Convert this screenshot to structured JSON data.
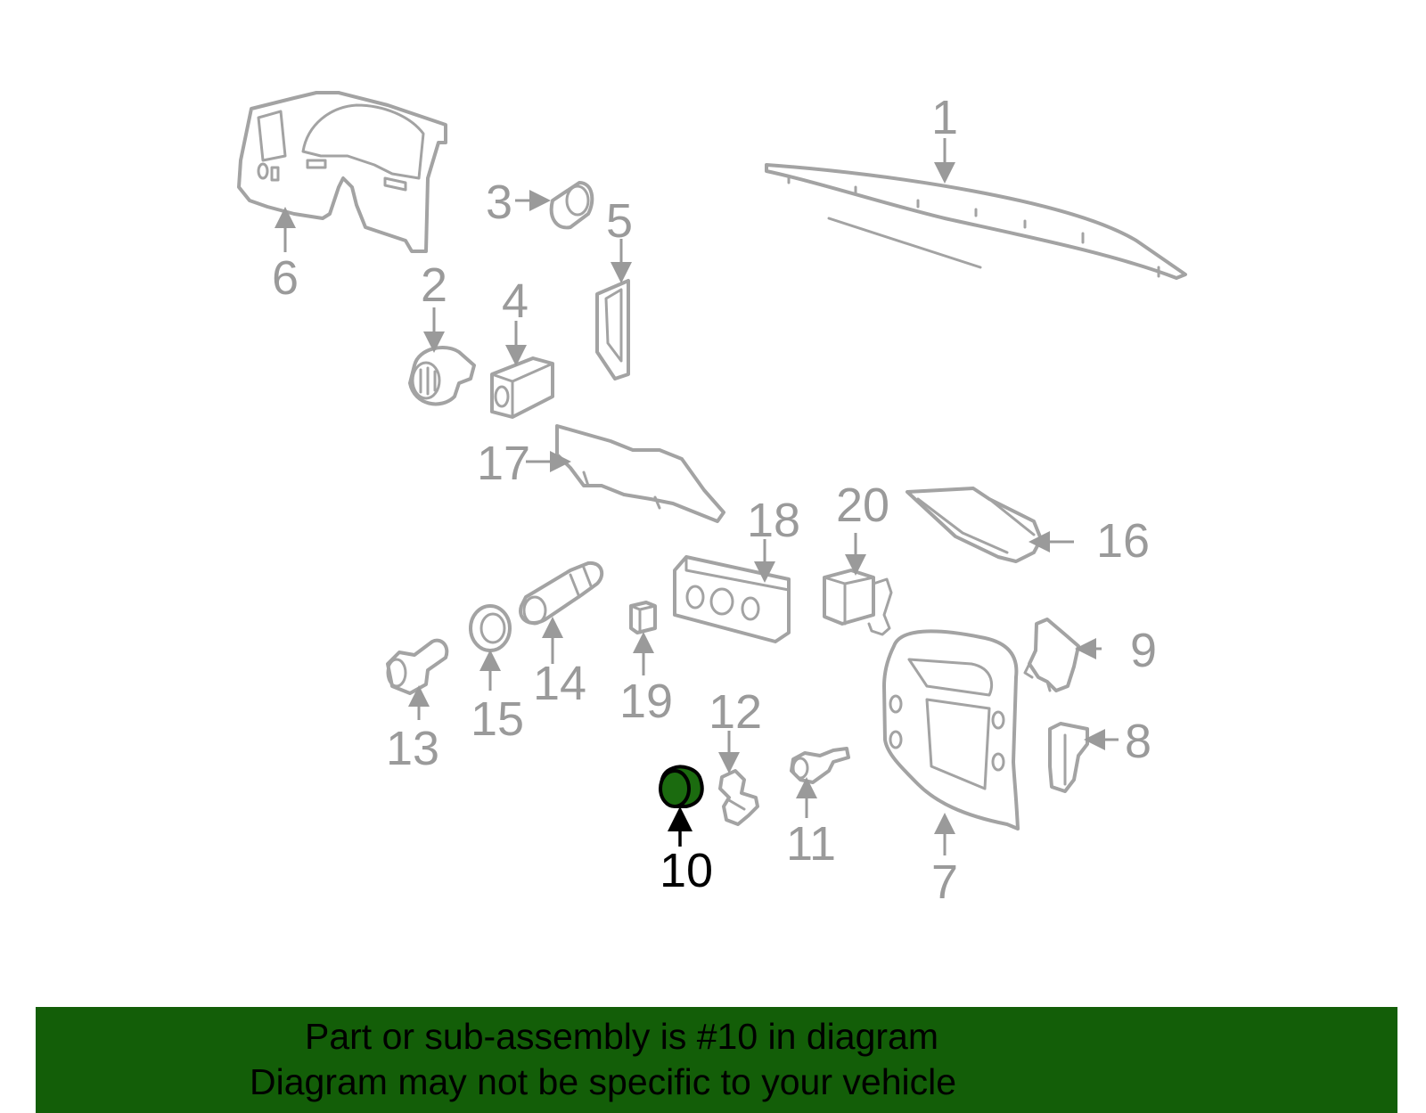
{
  "diagram": {
    "highlighted_callout": "10",
    "highlight_color": "#1b6b0f",
    "part_stroke_color": "#a3a3a3",
    "callouts": [
      "1",
      "2",
      "3",
      "4",
      "5",
      "6",
      "7",
      "8",
      "9",
      "10",
      "11",
      "12",
      "13",
      "14",
      "15",
      "16",
      "17",
      "18",
      "19",
      "20"
    ]
  },
  "banner": {
    "line1": "Part or sub-assembly is #10 in diagram",
    "line2": "Diagram may not be specific to your vehicle",
    "background_color": "#135e08"
  }
}
